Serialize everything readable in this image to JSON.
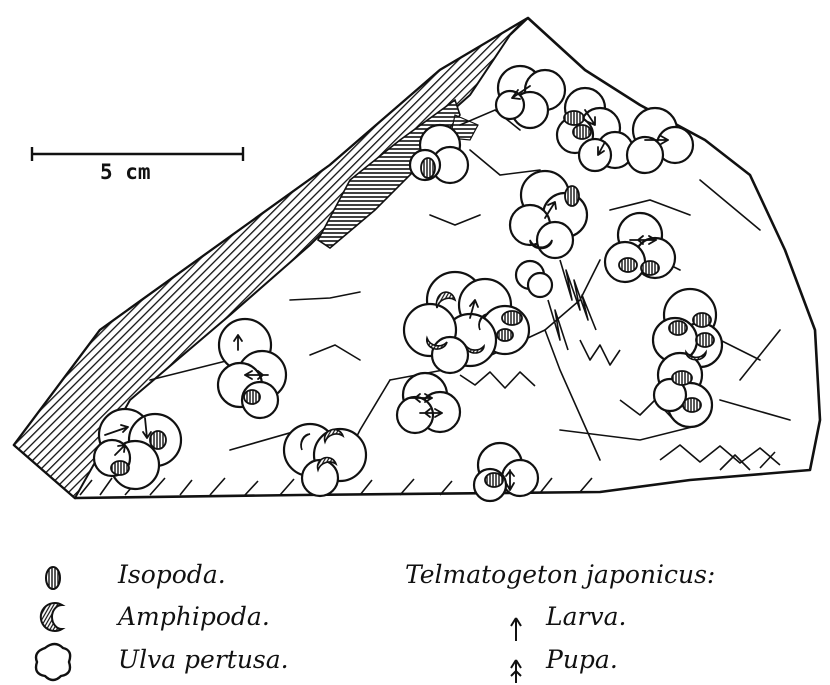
{
  "scale_bar": {
    "label": "5 cm"
  },
  "legend": {
    "isopoda": "Isopoda.",
    "amphipoda": "Amphipoda.",
    "ulva": "Ulva pertusa.",
    "species_heading": "Telmatogeton japonicus:",
    "larva": "Larva.",
    "pupa": "Pupa."
  },
  "colors": {
    "ink": "#111111",
    "paper": "#ffffff"
  },
  "icons": [
    "isopoda-icon",
    "amphipoda-icon",
    "ulva-icon",
    "larva-arrow-icon",
    "pupa-arrow-icon"
  ]
}
